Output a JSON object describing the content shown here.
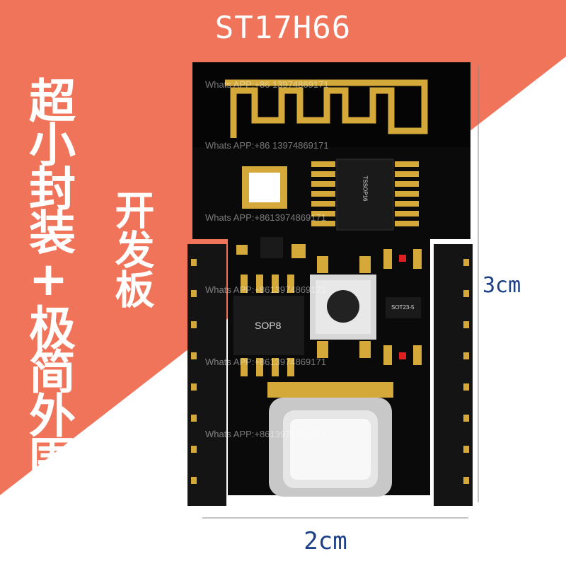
{
  "title": "ST17H66",
  "left_vertical_text": "超小封装+极简外围",
  "right_vertical_text": "开发板",
  "dimension_height": "3cm",
  "dimension_width": "2cm",
  "watermark": {
    "text1": "Whats APP:+86 13974869171",
    "text2": "Whats APP:+8613974869171"
  },
  "board_labels": {
    "sop8": "SOP8",
    "tssop": "TSSOP16",
    "sot": "SOT23-5"
  },
  "colors": {
    "background_orange": "#f0745a",
    "board_black": "#0a0a0a",
    "gold": "#d4a93a",
    "dimension_blue": "#1c3f86"
  }
}
